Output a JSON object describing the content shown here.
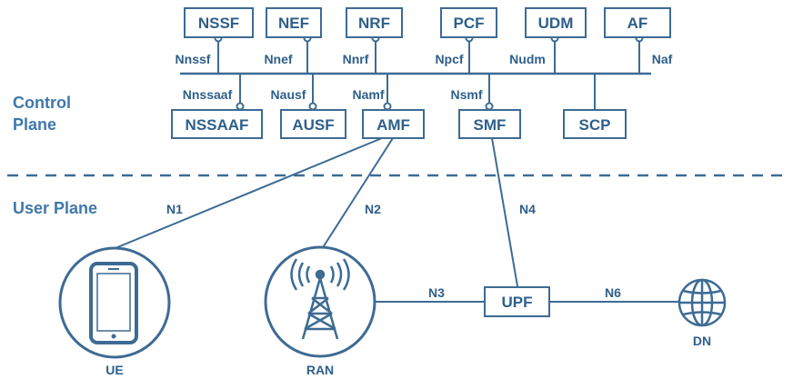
{
  "planes": {
    "control_line1": "Control",
    "control_line2": "Plane",
    "user": "User Plane"
  },
  "top_functions": [
    {
      "name": "NSSF",
      "interface": "Nnssf"
    },
    {
      "name": "NEF",
      "interface": "Nnef"
    },
    {
      "name": "NRF",
      "interface": "Nnrf"
    },
    {
      "name": "PCF",
      "interface": "Npcf"
    },
    {
      "name": "UDM",
      "interface": "Nudm"
    },
    {
      "name": "AF",
      "interface": "Naf"
    }
  ],
  "bottom_functions": [
    {
      "name": "NSSAAF",
      "interface": "Nnssaaf"
    },
    {
      "name": "AUSF",
      "interface": "Nausf"
    },
    {
      "name": "AMF",
      "interface": "Namf"
    },
    {
      "name": "SMF",
      "interface": "Nsmf"
    },
    {
      "name": "SCP",
      "interface": ""
    }
  ],
  "user_plane": {
    "ue": "UE",
    "ran": "RAN",
    "upf": "UPF",
    "dn": "DN"
  },
  "reference_points": {
    "n1": "N1",
    "n2": "N2",
    "n3": "N3",
    "n4": "N4",
    "n6": "N6"
  },
  "colors": {
    "primary": "#3d6b94",
    "text": "#2e5f8a",
    "plane_label": "#3f78ab",
    "background": "#ffffff"
  },
  "icons": {
    "ue": "smartphone-icon",
    "ran": "radio-tower-icon",
    "dn": "globe-icon"
  }
}
